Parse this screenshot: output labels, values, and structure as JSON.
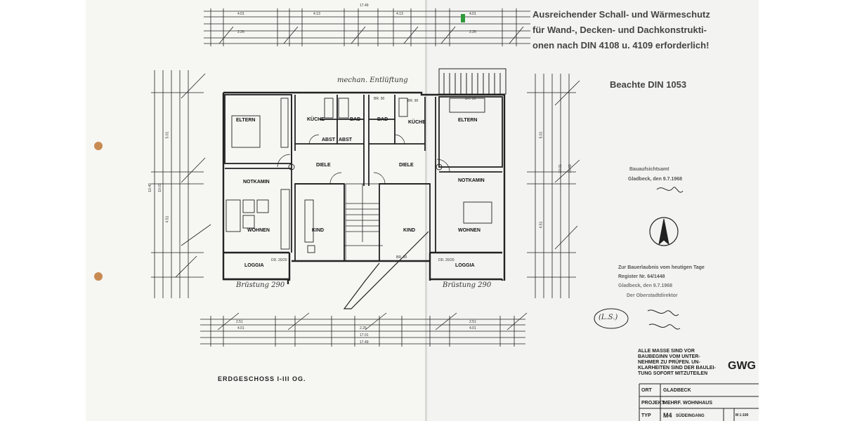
{
  "notes": {
    "insulation_line1": "Ausreichender Schall- und Wärmeschutz",
    "insulation_line2": "für Wand-, Decken- und Dachkonstrukti-",
    "insulation_line3": "onen nach DIN 4108 u. 4109 erforderlich!",
    "din_note": "Beachte DIN 1053",
    "ventilation": "mechan. Entlüftung",
    "parapet_left": "Brüstung 290",
    "parapet_right": "Brüstung 290",
    "ls": "(L.S.)"
  },
  "rooms": {
    "eltern_left": "ELTERN",
    "kueche_left": "KÜCHE",
    "bad_left": "BAD",
    "abst_1": "ABST",
    "abst_2": "ABST",
    "diele_left": "DIELE",
    "notkamin_left": "NOTKAMIN",
    "wohnen_left": "WOHNEN",
    "kind_left": "KIND",
    "loggia_left": "LOGGIA",
    "bad_right": "BAD",
    "kueche_right": "KÜCHE",
    "diele_right": "DIELE",
    "eltern_right": "ELTERN",
    "notkamin_right": "NOTKAMIN",
    "kind_right": "KIND",
    "wohnen_right": "WOHNEN",
    "loggia_right": "LOGGIA"
  },
  "openings": {
    "br90_a": "BR. 90",
    "br90_b": "BR. 90",
    "br90_c": "BR. 90",
    "br90_d": "BR. 90",
    "dd_left": "DD. 20/20",
    "dd_right": "DD. 20/20"
  },
  "dimensions": {
    "top_total": "17.49",
    "top_a": "4.01",
    "top_b": "4.13",
    "top_c": "4.13",
    "top_d": "4.01",
    "top_e": "2.26",
    "top_f": "2.26",
    "bottom_total_a": "17.01",
    "bottom_total_b": "17.49",
    "bottom_a": "4.01",
    "bottom_b": "4.01",
    "bottom_c": "2.51",
    "bottom_d": "2.51",
    "bottom_e": "2.26",
    "left_total": "10.49",
    "left_a": "10.01",
    "left_b": "4.51",
    "left_c": "5.01",
    "right_total": "10.49",
    "right_a": "10.01",
    "right_b": "4.51",
    "right_c": "5.01"
  },
  "approval": {
    "authority": "Bauaufsichtsamt",
    "place_date": "Gladbeck, den 9.7.1968",
    "permit_line1": "Zur Bauerlaubnis vom heutigen Tage",
    "permit_reg": "Register Nr. 64/1448",
    "permit_date": "Gladbeck, den 9.7.1968",
    "director": "Der Oberstadtdirektor"
  },
  "footer_notice": {
    "line1": "ALLE MASSE SIND VOR",
    "line2": "BAUBEGINN VOM UNTER-",
    "line3": "NEHMER ZU PRÜFEN. UN-",
    "line4": "KLARHEITEN SIND DER BAULEI-",
    "line5": "TUNG SOFORT MITZUTEILEN"
  },
  "logo": "GWG",
  "drawing_title": "ERDGESCHOSS I-III OG.",
  "title_block": {
    "ort_label": "ORT",
    "ort_value": "GLADBECK",
    "projekt_label": "PROJEKT",
    "projekt_value": "MEHRF. WOHNHAUS",
    "typ_label": "TYP",
    "typ_value": "M4",
    "typ_extra": "SÜDEINGANG",
    "scale": "M 1:100"
  },
  "colors": {
    "line": "#222222",
    "paper": "#f6f6f3",
    "hole": "#c98a52",
    "green_mark": "#2e9a3a"
  }
}
